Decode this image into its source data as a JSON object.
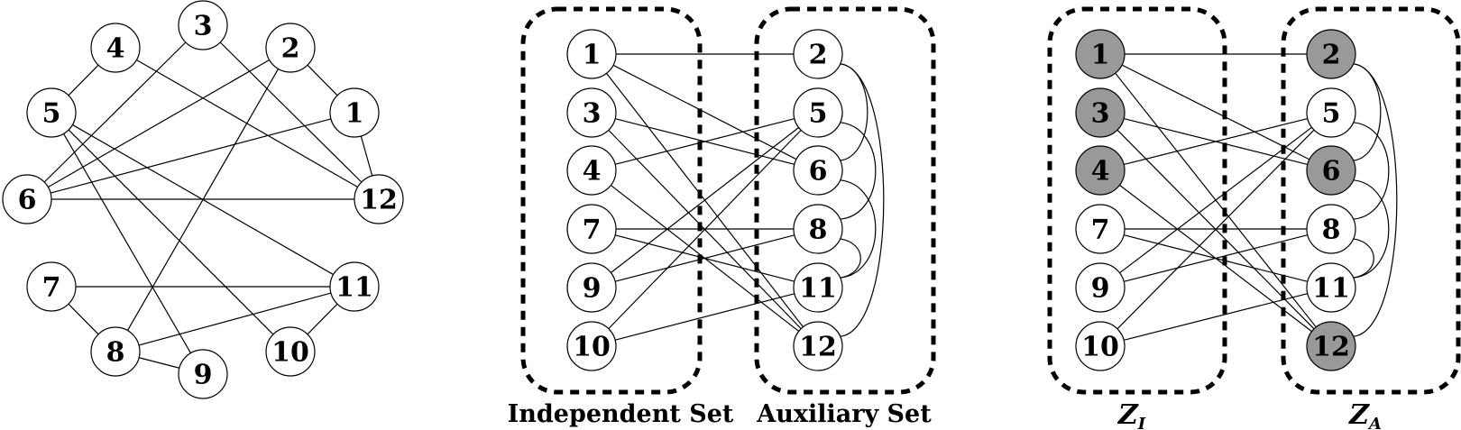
{
  "panels": [
    {
      "id": "original-graph",
      "nodes": [
        "1",
        "2",
        "3",
        "4",
        "5",
        "6",
        "7",
        "8",
        "9",
        "10",
        "11",
        "12"
      ],
      "edges": [
        [
          "4",
          "5"
        ],
        [
          "3",
          "6"
        ],
        [
          "3",
          "12"
        ],
        [
          "4",
          "12"
        ],
        [
          "2",
          "1"
        ],
        [
          "2",
          "6"
        ],
        [
          "2",
          "8"
        ],
        [
          "1",
          "6"
        ],
        [
          "1",
          "12"
        ],
        [
          "6",
          "12"
        ],
        [
          "5",
          "9"
        ],
        [
          "5",
          "10"
        ],
        [
          "5",
          "11"
        ],
        [
          "7",
          "11"
        ],
        [
          "7",
          "8"
        ],
        [
          "8",
          "11"
        ],
        [
          "8",
          "9"
        ],
        [
          "10",
          "11"
        ]
      ]
    },
    {
      "id": "bipartition",
      "left_set": [
        "1",
        "3",
        "4",
        "7",
        "9",
        "10"
      ],
      "right_set": [
        "2",
        "5",
        "6",
        "8",
        "11",
        "12"
      ],
      "cross_edges": [
        [
          "1",
          "2"
        ],
        [
          "1",
          "6"
        ],
        [
          "1",
          "12"
        ],
        [
          "3",
          "6"
        ],
        [
          "3",
          "12"
        ],
        [
          "4",
          "5"
        ],
        [
          "4",
          "12"
        ],
        [
          "7",
          "8"
        ],
        [
          "7",
          "11"
        ],
        [
          "9",
          "5"
        ],
        [
          "9",
          "8"
        ],
        [
          "10",
          "5"
        ],
        [
          "10",
          "11"
        ]
      ],
      "curved_edges": [
        [
          "2",
          "6"
        ],
        [
          "2",
          "12"
        ],
        [
          "5",
          "8"
        ],
        [
          "6",
          "11"
        ],
        [
          "8",
          "11"
        ]
      ],
      "left_caption": "Independent Set",
      "right_caption": "Auxiliary Set"
    },
    {
      "id": "selection",
      "left_set": [
        "1",
        "3",
        "4",
        "7",
        "9",
        "10"
      ],
      "right_set": [
        "2",
        "5",
        "6",
        "8",
        "11",
        "12"
      ],
      "shaded_nodes": [
        "1",
        "3",
        "4",
        "2",
        "6",
        "12"
      ],
      "left_caption_main": "Z",
      "left_caption_sub": "I",
      "right_caption_main": "Z",
      "right_caption_sub": "A"
    }
  ],
  "colors": {
    "shaded": "#999999",
    "unshaded": "#ffffff",
    "stroke": "#000000"
  }
}
